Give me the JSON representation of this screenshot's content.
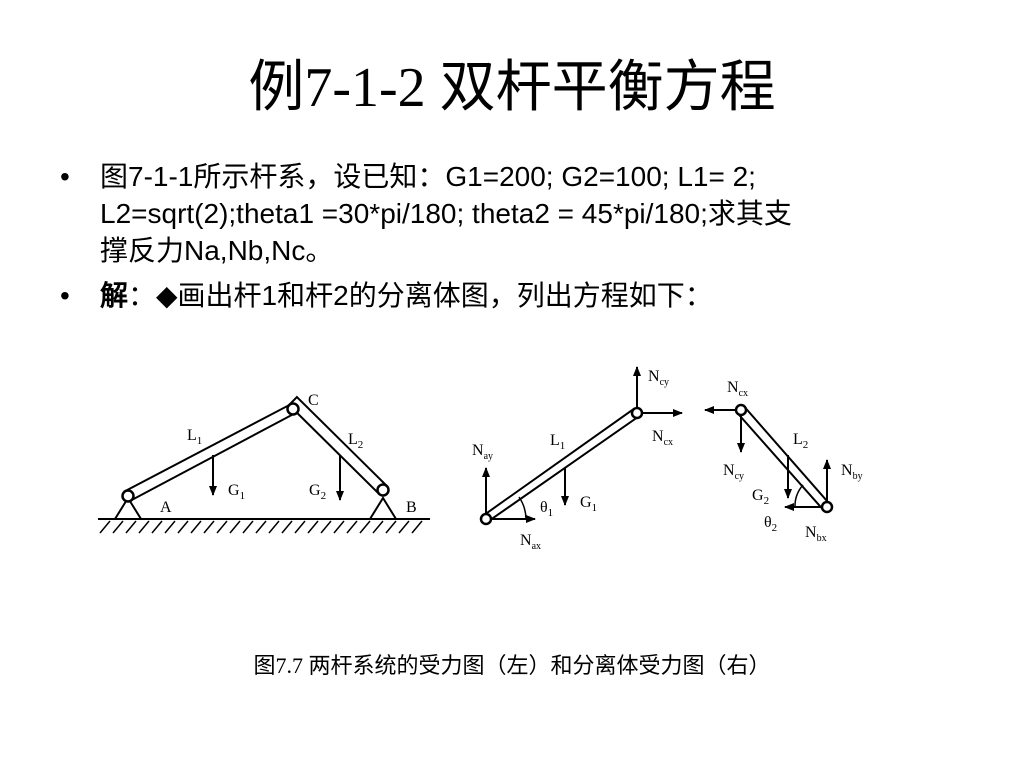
{
  "slide": {
    "title": "例7-1-2  双杆平衡方程",
    "bullet_symbol": "•",
    "bullet1": {
      "line1": "图7-1-1所示杆系，设已知：G1=200; G2=100; L1= 2;",
      "line2": "L2=sqrt(2);theta1 =30*pi/180; theta2 = 45*pi/180;求其支",
      "line3": "撑反力Na,Nb,Nc。"
    },
    "bullet2": {
      "prefix": "解",
      "text": "：◆画出杆1和杆2的分离体图，列出方程如下："
    },
    "caption": "图7.7  两杆系统的受力图（左）和分离体受力图（右）"
  },
  "diagram": {
    "left": {
      "C": "C",
      "A": "A",
      "B": "B",
      "L1": "L",
      "L1_sub": "1",
      "L2": "L",
      "L2_sub": "2",
      "G1": "G",
      "G1_sub": "1",
      "G2": "G",
      "G2_sub": "2"
    },
    "mid": {
      "Ncy": "N",
      "Ncy_sub": "cy",
      "Ncx": "N",
      "Ncx_sub": "cx",
      "Nay": "N",
      "Nay_sub": "ay",
      "Nax": "N",
      "Nax_sub": "ax",
      "L1": "L",
      "L1_sub": "1",
      "G1": "G",
      "G1_sub": "1",
      "theta1": "θ",
      "theta1_sub": "1"
    },
    "right": {
      "Ncx": "N",
      "Ncx_sub": "cx",
      "Ncy": "N",
      "Ncy_sub": "cy",
      "Nby": "N",
      "Nby_sub": "by",
      "Nbx": "N",
      "Nbx_sub": "bx",
      "L2": "L",
      "L2_sub": "2",
      "G2": "G",
      "G2_sub": "2",
      "theta2": "θ",
      "theta2_sub": "2"
    }
  }
}
